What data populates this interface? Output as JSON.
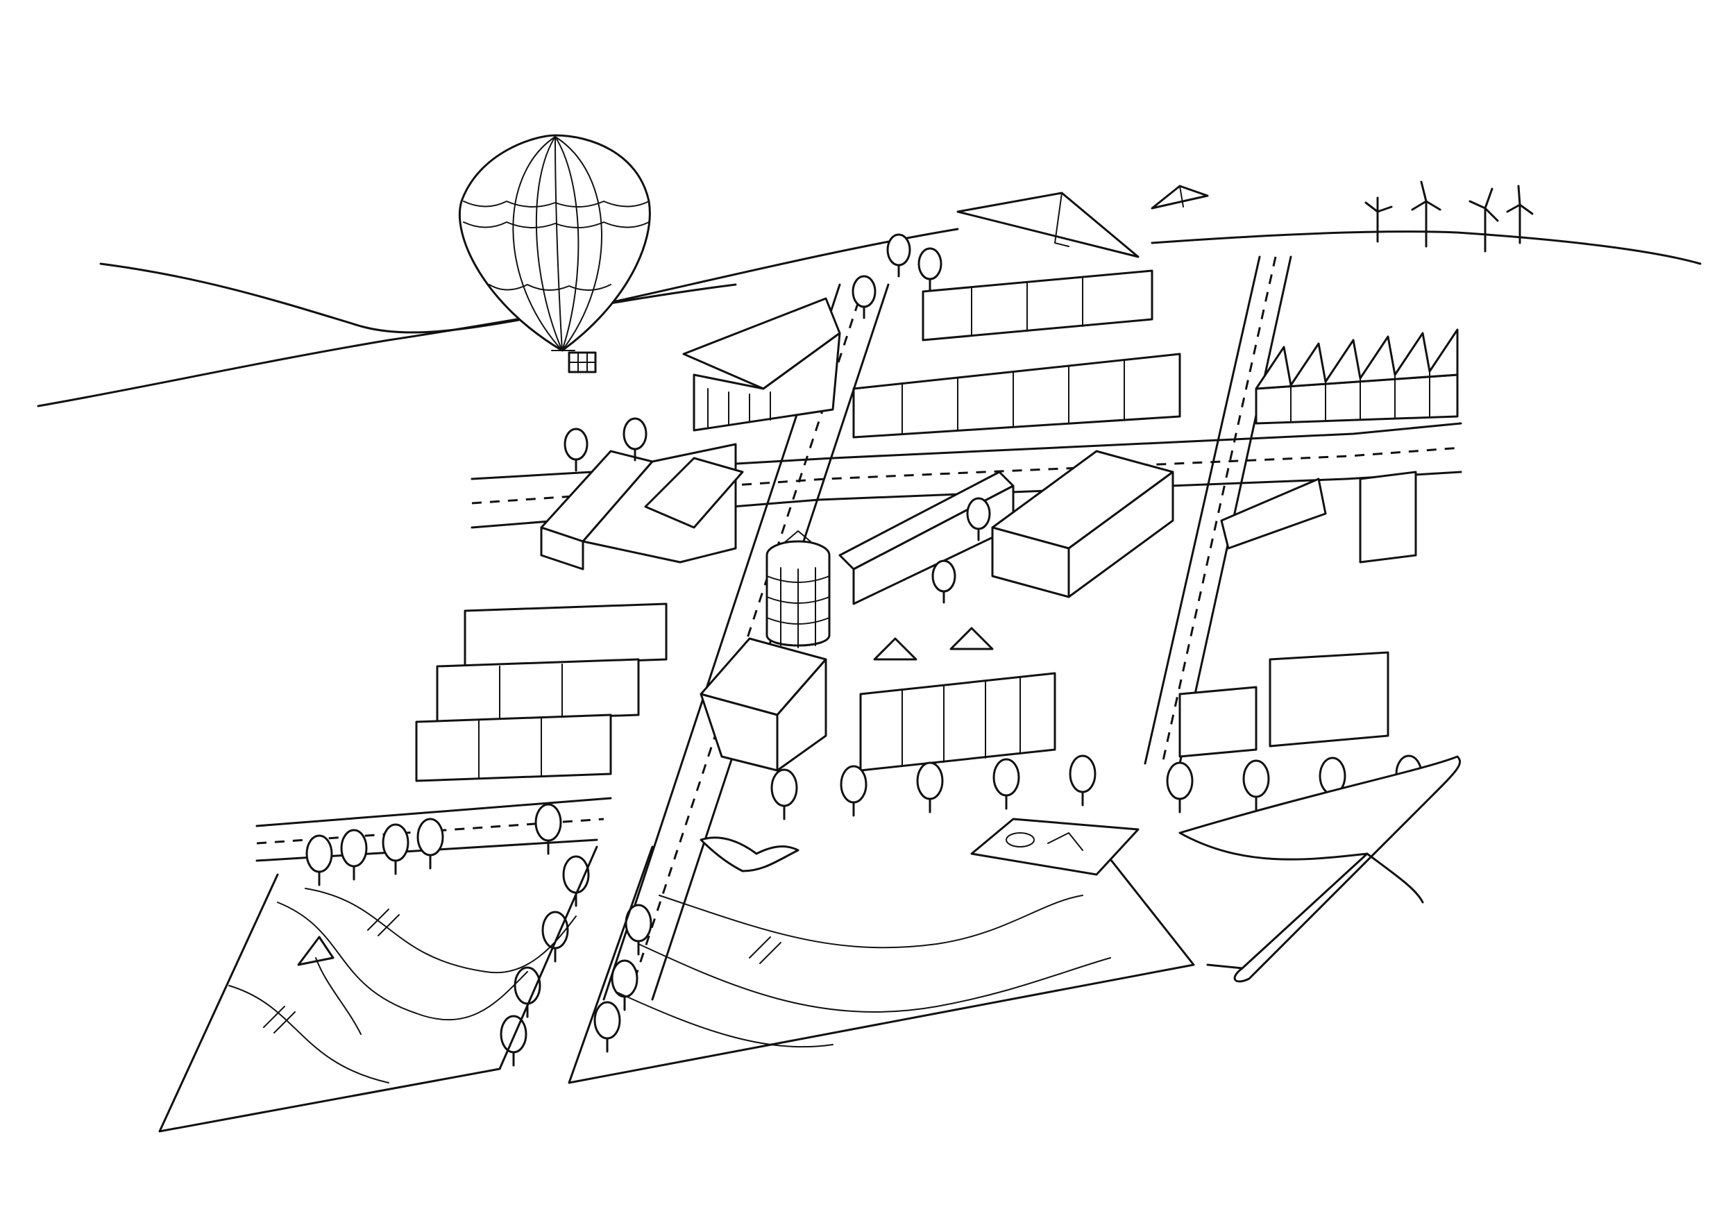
{
  "illustration": {
    "style": "black line drawing on white",
    "colors": {
      "line": "#111111",
      "background": "#ffffff"
    },
    "subjects": [
      "hot-air-balloon",
      "hang-glider",
      "wind-turbines",
      "modern-church",
      "round-glass-tower",
      "terraced-houses",
      "apartment-blocks",
      "main-street",
      "cross-streets",
      "wavy-park-landscape",
      "playground",
      "kite",
      "eagle",
      "paper-airplane"
    ]
  }
}
